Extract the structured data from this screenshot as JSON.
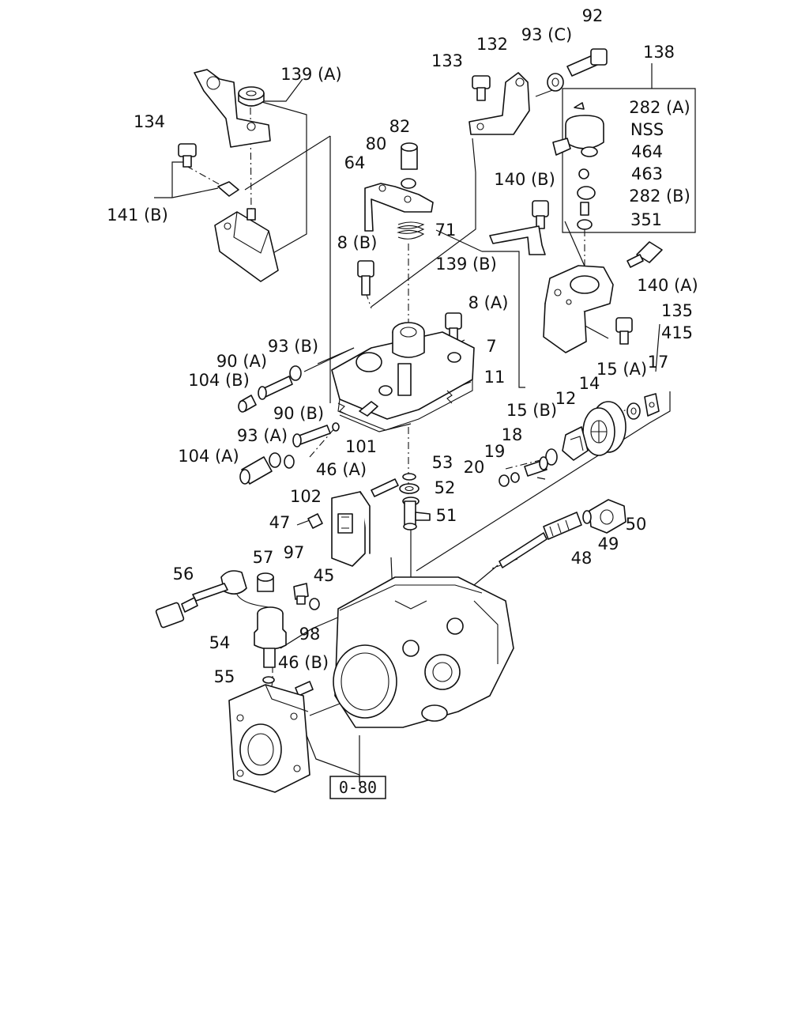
{
  "labels": [
    "92",
    "93 (C)",
    "132",
    "133",
    "138",
    "139 (A)",
    "134",
    "282 (A)",
    "NSS",
    "464",
    "463",
    "282 (B)",
    "351",
    "82",
    "80",
    "64",
    "71",
    "140 (B)",
    "141 (B)",
    "8 (B)",
    "139 (B)",
    "140 (A)",
    "135",
    "415",
    "8 (A)",
    "7",
    "11",
    "93 (B)",
    "90 (A)",
    "104 (B)",
    "15 (A)",
    "17",
    "14",
    "15 (B)",
    "12",
    "18",
    "19",
    "20",
    "90 (B)",
    "101",
    "93 (A)",
    "104 (A)",
    "102",
    "53",
    "52",
    "46 (A)",
    "51",
    "47",
    "50",
    "49",
    "48",
    "57",
    "97",
    "56",
    "45",
    "98",
    "54",
    "46 (B)",
    "55"
  ],
  "reference_code": "0-80"
}
